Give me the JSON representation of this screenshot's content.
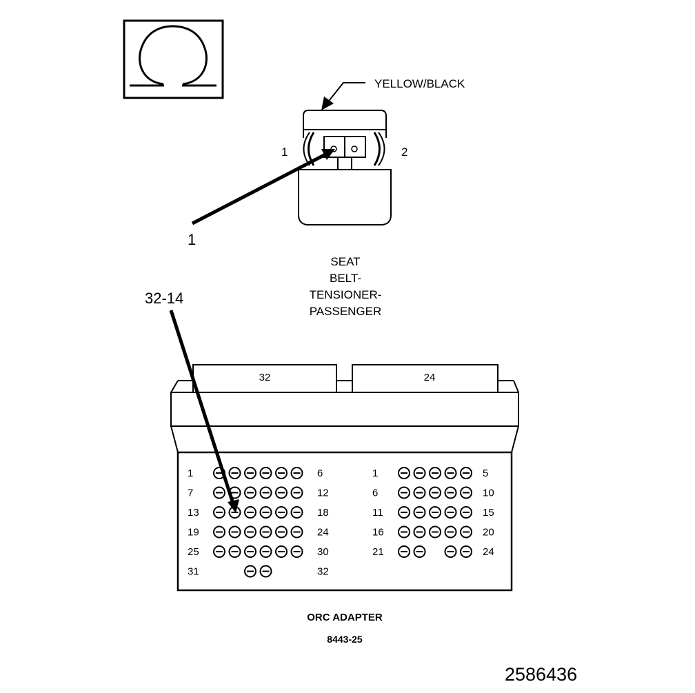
{
  "symbol": {
    "icon": "ohm-icon"
  },
  "connector_1": {
    "wire_label": "YELLOW/BLACK",
    "pin_left": "1",
    "pin_right": "2",
    "callout": "1",
    "name_lines": [
      "SEAT",
      "BELT-",
      "TENSIONER-",
      "PASSENGER"
    ]
  },
  "connector_2": {
    "callout": "32-14",
    "half_left_label": "32",
    "half_right_label": "24",
    "left_rows": [
      {
        "start": "1",
        "end": "6",
        "pins": [
          1,
          1,
          1,
          1,
          1,
          1
        ]
      },
      {
        "start": "7",
        "end": "12",
        "pins": [
          1,
          1,
          1,
          1,
          1,
          1
        ]
      },
      {
        "start": "13",
        "end": "18",
        "pins": [
          1,
          1,
          1,
          1,
          1,
          1
        ]
      },
      {
        "start": "19",
        "end": "24",
        "pins": [
          1,
          1,
          1,
          1,
          1,
          1
        ]
      },
      {
        "start": "25",
        "end": "30",
        "pins": [
          1,
          1,
          1,
          1,
          1,
          1
        ]
      },
      {
        "start": "31",
        "end": "32",
        "pins": [
          0,
          0,
          1,
          1,
          0,
          0
        ]
      }
    ],
    "right_rows": [
      {
        "start": "1",
        "end": "5",
        "pins": [
          1,
          1,
          1,
          1,
          1
        ]
      },
      {
        "start": "6",
        "end": "10",
        "pins": [
          1,
          1,
          1,
          1,
          1
        ]
      },
      {
        "start": "11",
        "end": "15",
        "pins": [
          1,
          1,
          1,
          1,
          1
        ]
      },
      {
        "start": "16",
        "end": "20",
        "pins": [
          1,
          1,
          1,
          1,
          1
        ]
      },
      {
        "start": "21",
        "end": "24",
        "pins": [
          1,
          1,
          0,
          1,
          1
        ]
      }
    ],
    "name": "ORC ADAPTER",
    "part_number": "8443-25"
  },
  "figure_id": "2586436"
}
